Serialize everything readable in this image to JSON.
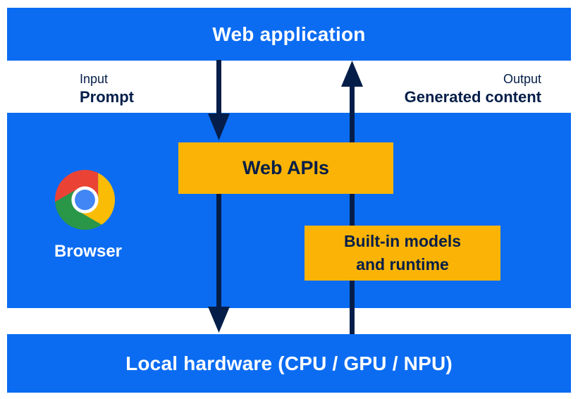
{
  "colors": {
    "blue": "#0b6cf2",
    "yellow": "#fbb405",
    "ink": "#041e49",
    "logo_red": "#ea4335",
    "logo_green": "#2a9648",
    "logo_yellow": "#fbbc05",
    "logo_blue": "#4285f4",
    "logo_ring": "#ffffff"
  },
  "top_bar": {
    "label": "Web application"
  },
  "io_row": {
    "input": {
      "kind_label": "Input",
      "value_label": "Prompt"
    },
    "output": {
      "kind_label": "Output",
      "value_label": "Generated content"
    }
  },
  "browser_box": {
    "browser_label": "Browser",
    "logo_icon": "chrome-logo",
    "web_apis_label": "Web APIs",
    "builtin_lines": [
      "Built-in models",
      "and runtime"
    ]
  },
  "bottom_bar": {
    "label": "Local hardware (CPU / GPU / NPU)"
  },
  "arrows": {
    "down_flow": "prompt-to-local-hardware",
    "up_flow": "generated-content-to-web-application"
  }
}
